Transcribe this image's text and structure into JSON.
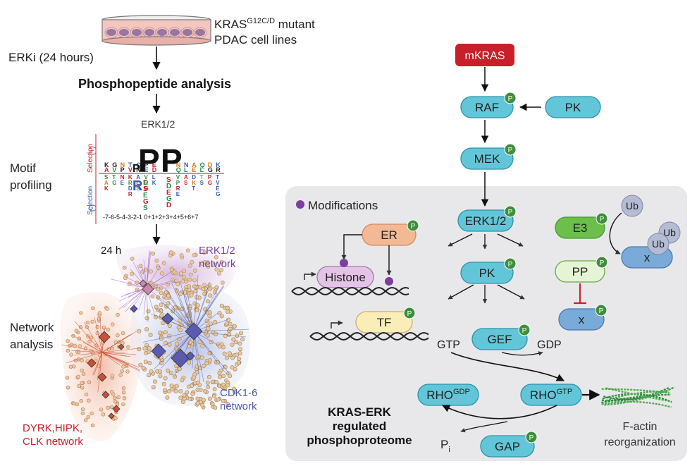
{
  "left": {
    "cell_label_line1": "KRAS",
    "cell_label_sup": "G12C/D",
    "cell_label_line1_suffix": " mutant",
    "cell_label_line2": "PDAC cell lines",
    "erki": "ERKi (24 hours)",
    "phospho": "Phosphopeptide analysis",
    "erk_label": "ERK1/2",
    "motif_line1": "Motif",
    "motif_line2": "profiling",
    "sel_plus_sign": "(+)",
    "sel_plus": "Selection",
    "sel_minus_sign": "(-)",
    "sel_minus": "Selection",
    "positions": "-7-6-5-4-3-2-1 0+1+2+3+4+5+6+7",
    "time_label": "24 h",
    "network_line1": "Network",
    "network_line2": "analysis",
    "erk_net_1": "ERK1/2",
    "erk_net_2": "network",
    "cdk_net_1": "CDK1-6",
    "cdk_net_2": "network",
    "dyrk_net_1": "DYRK,HIPK,",
    "dyrk_net_2": "CLK network"
  },
  "right": {
    "mkras": "mKRAS",
    "raf": "RAF",
    "pk_top": "PK",
    "mek": "MEK",
    "modifications": "Modifications",
    "erk12": "ERK1/2",
    "er": "ER",
    "histone": "Histone",
    "tf": "TF",
    "pk_mid": "PK",
    "e3": "E3",
    "ub": "Ub",
    "x": "x",
    "pp": "PP",
    "gtp": "GTP",
    "gdp": "GDP",
    "gef": "GEF",
    "rho": "RHO",
    "rho_gdp_sup": "GDP",
    "rho_gtp_sup": "GTP",
    "gap": "GAP",
    "pi": "P",
    "pi_sub": "i",
    "phospho_p": "P",
    "summary_1": "KRAS-ERK",
    "summary_2": "regulated",
    "summary_3": "phosphoproteome",
    "factin_1": "F-actin",
    "factin_2": "reorganization"
  },
  "colors": {
    "mkras": "#c8202a",
    "cyan_fill": "#62c6d8",
    "cyan_stroke": "#2d92a8",
    "p_badge": "#3e8f3c",
    "e3": "#6bbf4a",
    "pp": "#e6f4d6",
    "er": "#f3b894",
    "histone": "#e4c4e6",
    "tf": "#fbedb8",
    "blue_box": "#7aaad8",
    "ub": "#b4bcd4",
    "panel": "#e8e8ea",
    "purple": "#7b3f9e",
    "red_text": "#c8202a",
    "blue_text": "#4a5aa8"
  }
}
